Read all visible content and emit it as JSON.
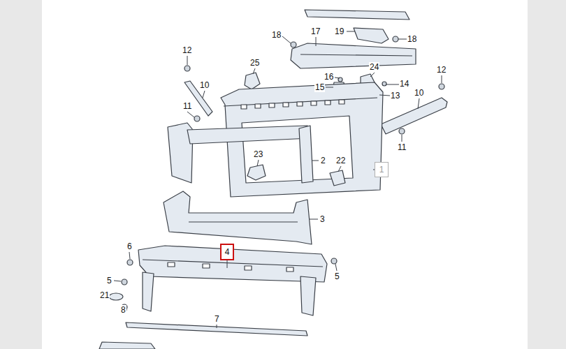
{
  "diagram": {
    "nodes": [
      {
        "text": [
          "1"
        ]
      },
      {
        "text": [
          "4"
        ]
      }
    ],
    "labels": [
      "18",
      "17",
      "19",
      "18",
      "12",
      "25",
      "16",
      "24",
      "14",
      "12",
      "10",
      "15",
      "13",
      "10",
      "11",
      "11",
      "2",
      "23",
      "22",
      "3",
      "6",
      "5",
      "5",
      "21",
      "8",
      "7"
    ]
  }
}
